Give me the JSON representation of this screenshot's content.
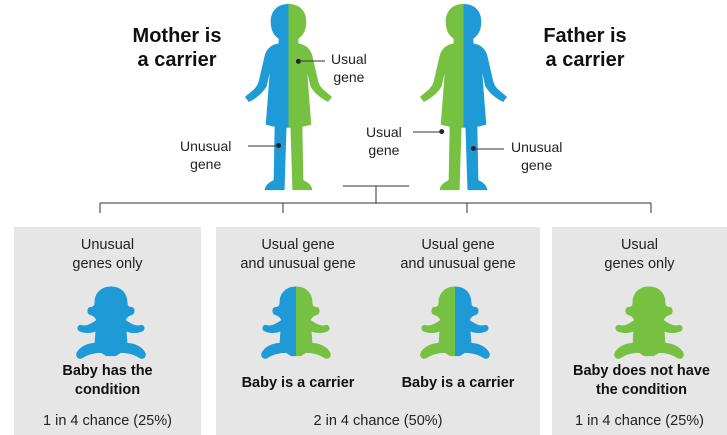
{
  "colors": {
    "unusual": "#1e9ad6",
    "usual": "#77c142",
    "panel_bg": "#e6e6e6",
    "line": "#333333"
  },
  "parents": {
    "mother_title": [
      "Mother is",
      "a carrier"
    ],
    "father_title": [
      "Father is",
      "a carrier"
    ],
    "mother_usual_label": [
      "Usual",
      "gene"
    ],
    "mother_unusual_label": [
      "Unusual",
      "gene"
    ],
    "father_usual_label": [
      "Usual",
      "gene"
    ],
    "father_unusual_label": [
      "Unusual",
      "gene"
    ]
  },
  "children": [
    {
      "genes": [
        "Unusual",
        "genes only"
      ],
      "result": [
        "Baby has the",
        "condition"
      ],
      "color": "unusual"
    },
    {
      "genes": [
        "Usual gene",
        "and unusual gene"
      ],
      "result": [
        "Baby is a carrier"
      ],
      "color": "split"
    },
    {
      "genes": [
        "Usual gene",
        "and unusual gene"
      ],
      "result": [
        "Baby is a carrier"
      ],
      "color": "split"
    },
    {
      "genes": [
        "Usual",
        "genes only"
      ],
      "result": [
        "Baby does not have",
        "the condition"
      ],
      "color": "usual"
    }
  ],
  "chances": [
    "1 in 4 chance (25%)",
    "2 in 4 chance (50%)",
    "1 in 4 chance (25%)"
  ]
}
